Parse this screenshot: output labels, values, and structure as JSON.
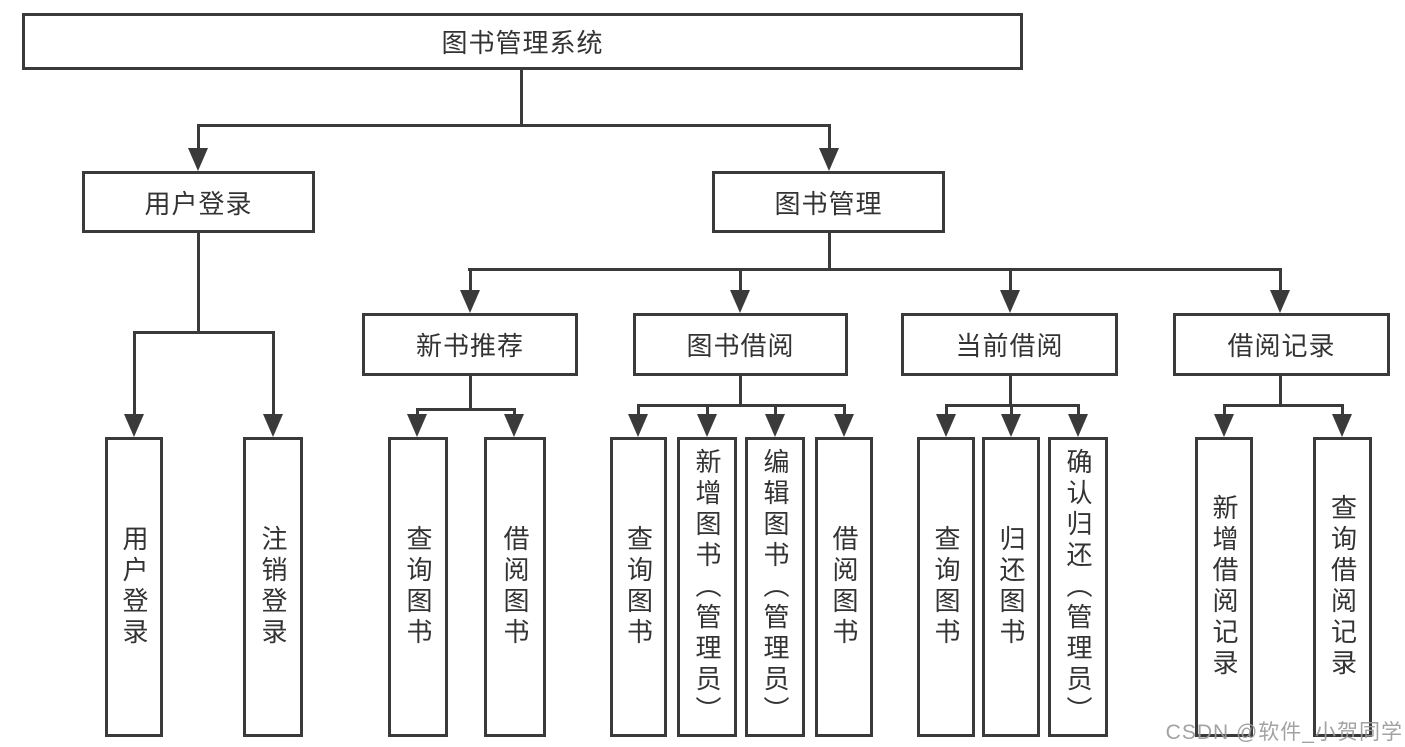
{
  "tree": {
    "root": {
      "label": "图书管理系统"
    },
    "branches": [
      {
        "label": "用户登录",
        "children": [
          {
            "label": "用户登录"
          },
          {
            "label": "注销登录"
          }
        ]
      },
      {
        "label": "图书管理",
        "children": [
          {
            "label": "新书推荐",
            "children": [
              {
                "label": "查询图书"
              },
              {
                "label": "借阅图书"
              }
            ]
          },
          {
            "label": "图书借阅",
            "children": [
              {
                "label": "查询图书"
              },
              {
                "label": "新增图书（管理员）"
              },
              {
                "label": "编辑图书（管理员）"
              },
              {
                "label": "借阅图书"
              }
            ]
          },
          {
            "label": "当前借阅",
            "children": [
              {
                "label": "查询图书"
              },
              {
                "label": "归还图书"
              },
              {
                "label": "确认归还（管理员）"
              }
            ]
          },
          {
            "label": "借阅记录",
            "children": [
              {
                "label": "新增借阅记录"
              },
              {
                "label": "查询借阅记录"
              }
            ]
          }
        ]
      }
    ]
  },
  "watermark": {
    "text": "CSDN @软件_小贺同学"
  },
  "colors": {
    "line": "#3a3a3a",
    "text": "#333333",
    "box_background": "#ffffff",
    "watermark": "#9b9b9b",
    "page_background": "#ffffff"
  }
}
